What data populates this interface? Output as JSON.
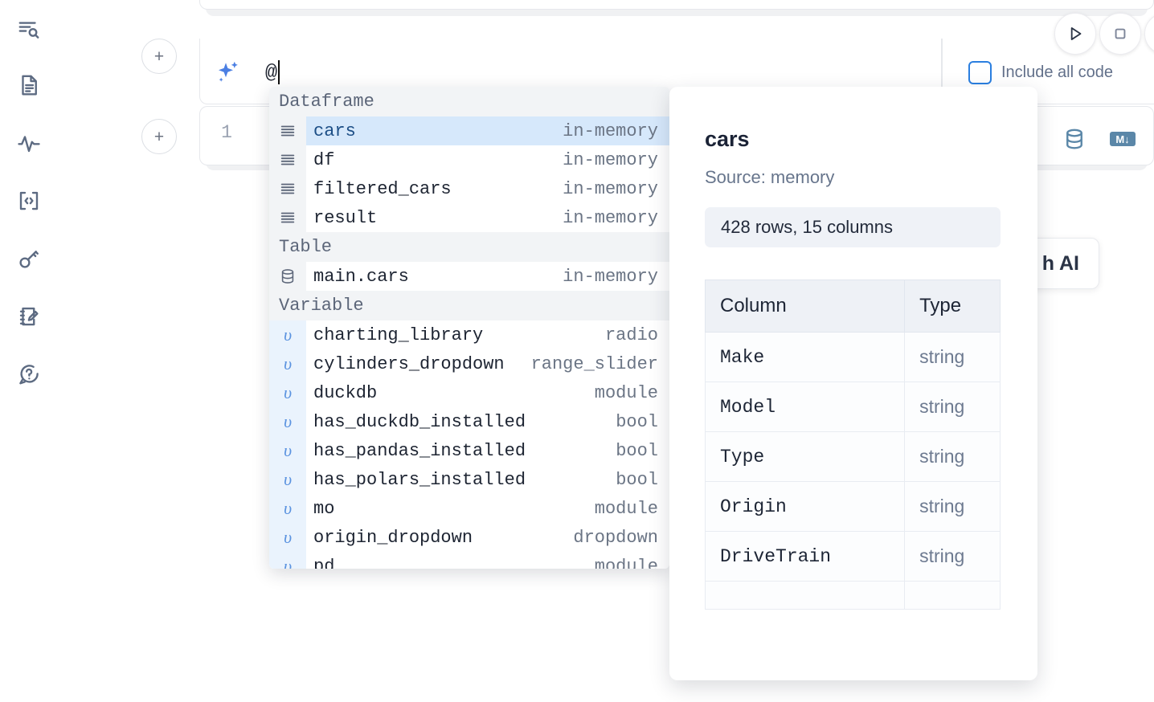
{
  "sidebar": {
    "items": [
      {
        "name": "explore-search-icon",
        "label": "Explore"
      },
      {
        "name": "document-icon",
        "label": "Notebook"
      },
      {
        "name": "activity-icon",
        "label": "Runtime"
      },
      {
        "name": "code-brackets-icon",
        "label": "Snippets"
      },
      {
        "name": "key-icon",
        "label": "Secrets"
      },
      {
        "name": "scratchpad-edit-icon",
        "label": "Scratchpad"
      },
      {
        "name": "help-chat-icon",
        "label": "Help"
      }
    ]
  },
  "toolbar": {
    "run_label": "Run",
    "stop_label": "Interrupt",
    "add_cell_label": "+"
  },
  "ai_prompt": {
    "value": "@",
    "placeholder": "",
    "include_all_code_label": "Include all code",
    "include_all_code_checked": false,
    "sparkle_icon": "ai-sparkle-icon"
  },
  "code_cell": {
    "line_number": "1",
    "db_icon": "database-icon",
    "markdown_icon": "markdown-icon"
  },
  "chat_button": {
    "label": "h AI"
  },
  "autocomplete": {
    "groups": [
      {
        "label": "Dataframe",
        "icon": "dataframe-icon",
        "items": [
          {
            "name": "cars",
            "type": "in-memory",
            "selected": true
          },
          {
            "name": "df",
            "type": "in-memory",
            "selected": false
          },
          {
            "name": "filtered_cars",
            "type": "in-memory",
            "selected": false
          },
          {
            "name": "result",
            "type": "in-memory",
            "selected": false
          }
        ]
      },
      {
        "label": "Table",
        "icon": "table-db-icon",
        "items": [
          {
            "name": "main.cars",
            "type": "in-memory",
            "selected": false
          }
        ]
      },
      {
        "label": "Variable",
        "icon": "variable-icon",
        "items": [
          {
            "name": "charting_library",
            "type": "radio",
            "selected": false
          },
          {
            "name": "cylinders_dropdown",
            "type": "range_slider",
            "selected": false
          },
          {
            "name": "duckdb",
            "type": "module",
            "selected": false
          },
          {
            "name": "has_duckdb_installed",
            "type": "bool",
            "selected": false
          },
          {
            "name": "has_pandas_installed",
            "type": "bool",
            "selected": false
          },
          {
            "name": "has_polars_installed",
            "type": "bool",
            "selected": false
          },
          {
            "name": "mo",
            "type": "module",
            "selected": false
          },
          {
            "name": "origin_dropdown",
            "type": "dropdown",
            "selected": false
          },
          {
            "name": "pd",
            "type": "module",
            "selected": false
          }
        ]
      }
    ]
  },
  "detail": {
    "title": "cars",
    "source": "Source: memory",
    "shape": "428 rows, 15 columns",
    "table": {
      "headers": [
        "Column",
        "Type"
      ],
      "rows": [
        [
          "Make",
          "string"
        ],
        [
          "Model",
          "string"
        ],
        [
          "Type",
          "string"
        ],
        [
          "Origin",
          "string"
        ],
        [
          "DriveTrain",
          "string"
        ],
        [
          "",
          ""
        ]
      ]
    }
  },
  "colors": {
    "accent": "#2b7fe0",
    "selected_row": "#d6e8fb",
    "group_header_bg": "#f2f4f6",
    "icon": "#5d6b82",
    "sparkle": "#4b7fe3",
    "cell_icon": "#5b87a8"
  }
}
